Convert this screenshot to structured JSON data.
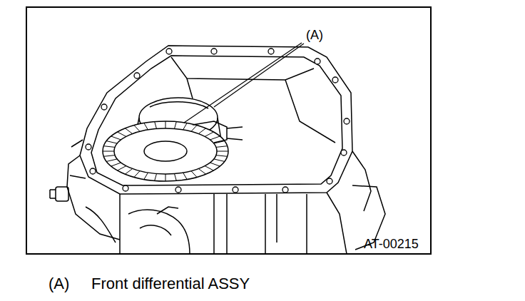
{
  "diagram": {
    "labels": [
      "(A)",
      "AT-00215",
      "(A)",
      "Front differential ASSY"
    ]
  }
}
